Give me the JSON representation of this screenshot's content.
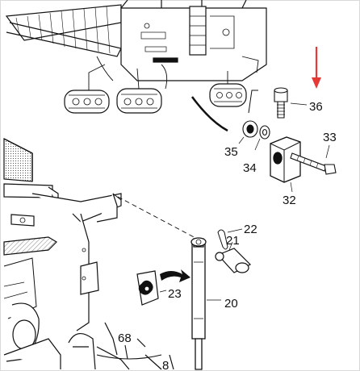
{
  "diagram": {
    "callouts": {
      "c36": "36",
      "c33": "33",
      "c35": "35",
      "c34": "34",
      "c32": "32",
      "c22": "22",
      "c21": "21",
      "c23": "23",
      "c20": "20",
      "c68": "68",
      "c8": "8"
    },
    "colors": {
      "ink": "#111111",
      "arrow": "#e53935",
      "hatch": "#666666"
    }
  }
}
